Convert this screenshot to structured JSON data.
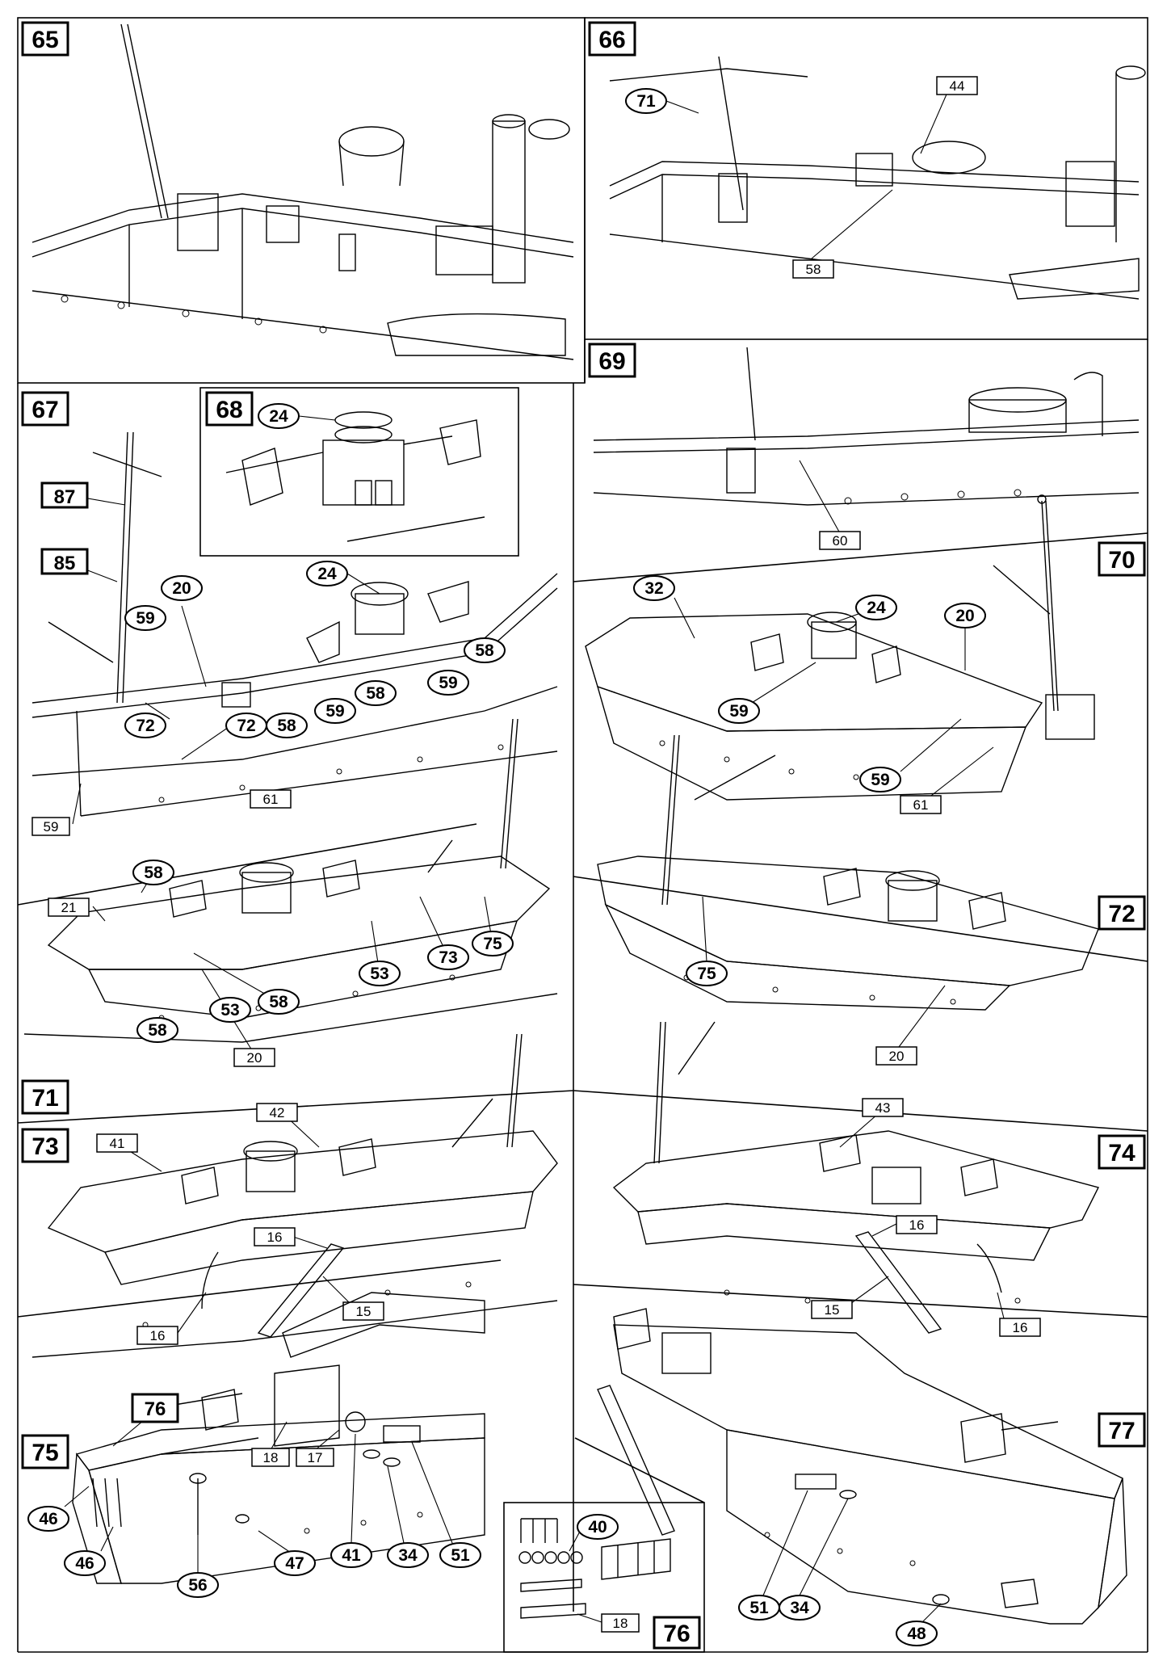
{
  "steps": [
    {
      "id": "65",
      "label": "65",
      "parts_boxed": [],
      "parts_circled": []
    },
    {
      "id": "66",
      "label": "66",
      "parts_boxed": [
        "44",
        "58"
      ],
      "parts_circled": [
        "71"
      ]
    },
    {
      "id": "67",
      "label": "67",
      "parts_boxed": [
        "87",
        "85",
        "61",
        "59"
      ],
      "parts_circled": [
        "24",
        "20",
        "59",
        "58",
        "59",
        "72",
        "72",
        "58",
        "59",
        "58"
      ]
    },
    {
      "id": "68",
      "label": "68",
      "parts_boxed": [],
      "parts_circled": [
        "24"
      ]
    },
    {
      "id": "69",
      "label": "69",
      "parts_boxed": [
        "60"
      ],
      "parts_circled": []
    },
    {
      "id": "70",
      "label": "70",
      "parts_boxed": [
        "61"
      ],
      "parts_circled": [
        "32",
        "24",
        "20",
        "59",
        "59"
      ]
    },
    {
      "id": "71",
      "label": "71",
      "parts_boxed": [
        "21",
        "20"
      ],
      "parts_circled": [
        "58",
        "75",
        "73",
        "53",
        "58",
        "53",
        "58"
      ]
    },
    {
      "id": "72",
      "label": "72",
      "parts_boxed": [
        "20"
      ],
      "parts_circled": [
        "75"
      ]
    },
    {
      "id": "73",
      "label": "73",
      "parts_boxed": [
        "41",
        "42",
        "16",
        "15",
        "16"
      ],
      "parts_circled": []
    },
    {
      "id": "74",
      "label": "74",
      "parts_boxed": [
        "43",
        "16",
        "15",
        "16"
      ],
      "parts_circled": []
    },
    {
      "id": "75",
      "label": "75",
      "parts_boxed": [
        "76",
        "18",
        "17"
      ],
      "parts_circled": [
        "46",
        "46",
        "56",
        "47",
        "41",
        "34",
        "51"
      ]
    },
    {
      "id": "76",
      "label": "76",
      "parts_boxed": [
        "18"
      ],
      "parts_circled": [
        "40"
      ]
    },
    {
      "id": "77",
      "label": "77",
      "parts_boxed": [],
      "parts_circled": [
        "51",
        "34",
        "48"
      ]
    }
  ]
}
